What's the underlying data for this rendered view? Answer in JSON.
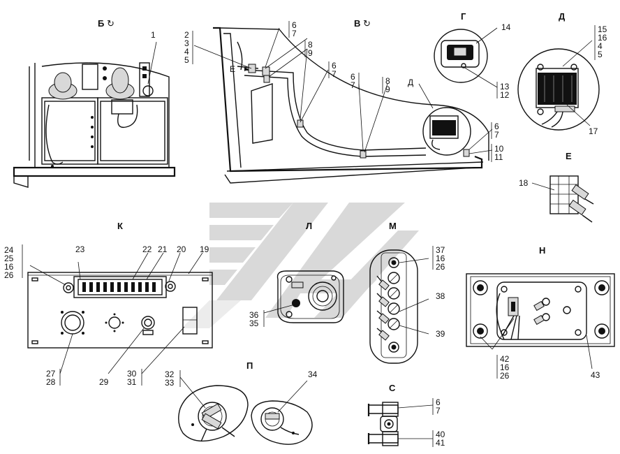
{
  "views": {
    "B": {
      "title": "Б",
      "refs": [
        "1"
      ],
      "refs_group": [
        "2",
        "3",
        "4",
        "5"
      ]
    },
    "V": {
      "title": "В",
      "refs_a": [
        "6",
        "7"
      ],
      "refs_b": [
        "8",
        "9"
      ],
      "refs_c": [
        "6",
        "7"
      ],
      "refs_d": [
        "6",
        "7"
      ],
      "refs_e": [
        "8",
        "9"
      ],
      "refs_f": [
        "6",
        "7"
      ],
      "refs_g": [
        "10",
        "11"
      ],
      "marker_e": "Е",
      "marker_d": "Д"
    },
    "G": {
      "title": "Г",
      "refs": [
        "14"
      ],
      "refs_group": [
        "13",
        "12"
      ]
    },
    "D": {
      "title": "Д",
      "refs_group": [
        "15",
        "16",
        "4",
        "5"
      ],
      "refs": [
        "17"
      ]
    },
    "E": {
      "title": "Е",
      "refs": [
        "18"
      ]
    },
    "K": {
      "title": "К",
      "refs_left": [
        "24",
        "25",
        "16",
        "26"
      ],
      "top": [
        "23",
        "22",
        "21",
        "20",
        "19"
      ],
      "bottom_a": [
        "27",
        "28"
      ],
      "bottom_b": "29",
      "bottom_c": [
        "30",
        "31"
      ]
    },
    "L": {
      "title": "Л",
      "refs": [
        "36",
        "35"
      ]
    },
    "M": {
      "title": "М",
      "refs_group": [
        "37",
        "16",
        "26"
      ],
      "refs_38": "38",
      "refs_39": "39"
    },
    "N": {
      "title": "Н",
      "refs_group": [
        "42",
        "16",
        "26"
      ],
      "refs_43": "43"
    },
    "P": {
      "title": "П",
      "refs_group": [
        "32",
        "33"
      ],
      "refs_34": "34"
    },
    "S": {
      "title": "С",
      "refs_top": [
        "6",
        "7"
      ],
      "refs_bottom": [
        "40",
        "41"
      ]
    }
  }
}
